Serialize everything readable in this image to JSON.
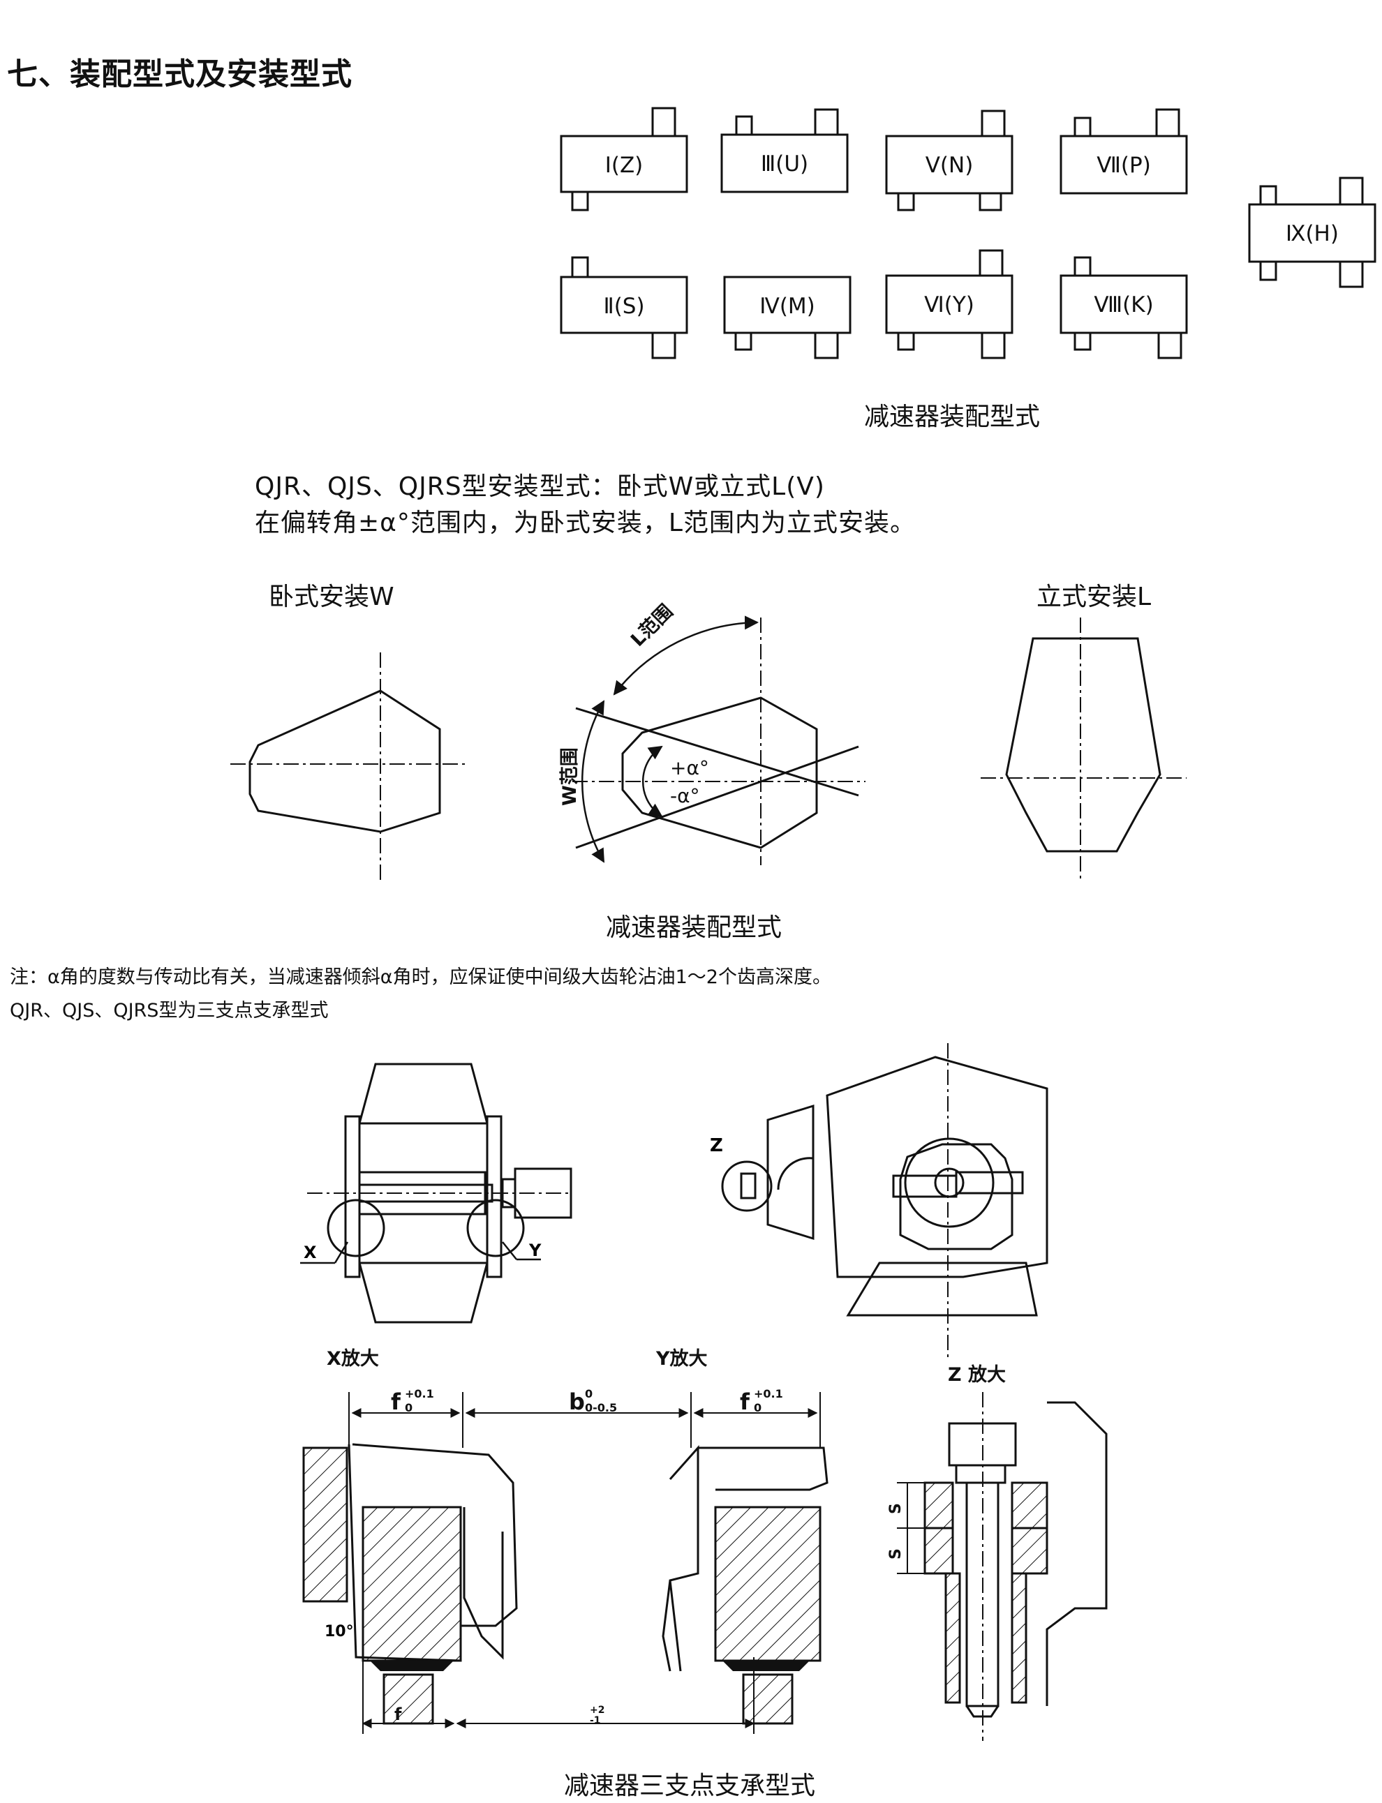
{
  "section_title": "七、装配型式及安装型式",
  "assembly_types": {
    "row1": [
      "Ⅰ(Z)",
      "Ⅲ(U)",
      "Ⅴ(N)",
      "Ⅶ(P)"
    ],
    "row2": [
      "Ⅱ(S)",
      "Ⅳ(M)",
      "Ⅵ(Y)",
      "Ⅷ(K)"
    ],
    "extra": "Ⅸ(H)",
    "caption": "减速器装配型式"
  },
  "install": {
    "line1": "QJR、QJS、QJRS型安装型式：卧式W或立式L(V)",
    "line2": "在偏转角±α°范围内，为卧式安装，L范围内为立式安装。",
    "horizontal_label": "卧式安装W",
    "vertical_label": "立式安装L",
    "l_range": "L范围",
    "w_range": "W范围",
    "plus_alpha": "+α°",
    "minus_alpha": "-α°",
    "caption": "减速器装配型式"
  },
  "notes": {
    "note1": "注：α角的度数与传动比有关，当减速器倾斜α角时，应保证使中间级大齿轮沾油1～2个齿高深度。",
    "note2": "QJR、QJS、QJRS型为三支点支承型式"
  },
  "support": {
    "x_label": "X",
    "y_label": "Y",
    "z_label": "Z",
    "x_enlarge": "X放大",
    "y_enlarge": "Y放大",
    "z_enlarge": "Z 放大",
    "f_label": "f",
    "f_sub": "0",
    "f_sup": "+0.1",
    "b_label": "b",
    "b_sub": "0-0.5",
    "b_sup": "0",
    "angle_10": "10°",
    "bottom_f": "f",
    "bottom_tol_top": "+2",
    "bottom_tol_bot": "-1",
    "s_label": "S",
    "caption": "减速器三支点支承型式"
  }
}
